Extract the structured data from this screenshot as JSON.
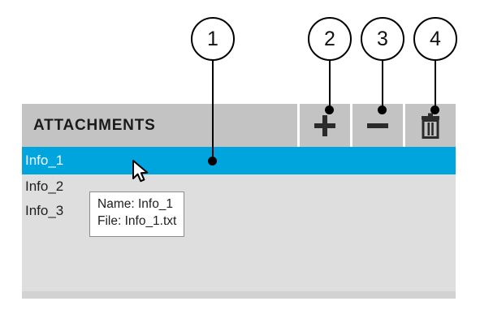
{
  "panel": {
    "title": "ATTACHMENTS",
    "header_buttons": [
      {
        "name": "add-attachment-button",
        "icon": "plus-icon",
        "label": "+"
      },
      {
        "name": "remove-attachment-button",
        "icon": "minus-icon",
        "label": "−"
      },
      {
        "name": "delete-attachment-button",
        "icon": "trash-icon",
        "label": ""
      }
    ],
    "items": [
      {
        "label": "Info_1",
        "selected": true
      },
      {
        "label": "Info_2",
        "selected": false
      },
      {
        "label": "Info_3",
        "selected": false
      }
    ]
  },
  "tooltip": {
    "line1": "Name: Info_1",
    "line2": "File: Info_1.txt"
  },
  "callouts": [
    {
      "number": "1"
    },
    {
      "number": "2"
    },
    {
      "number": "3"
    },
    {
      "number": "4"
    }
  ],
  "colors": {
    "selection_blue": "#00a5de",
    "header_gray": "#c3c3c3",
    "body_gray": "#dedede",
    "footer_gray": "#d2d2d2",
    "text_dark": "#1f1f1f",
    "callout_stroke": "#000000"
  },
  "cursor": {
    "icon": "mouse-pointer-icon"
  }
}
